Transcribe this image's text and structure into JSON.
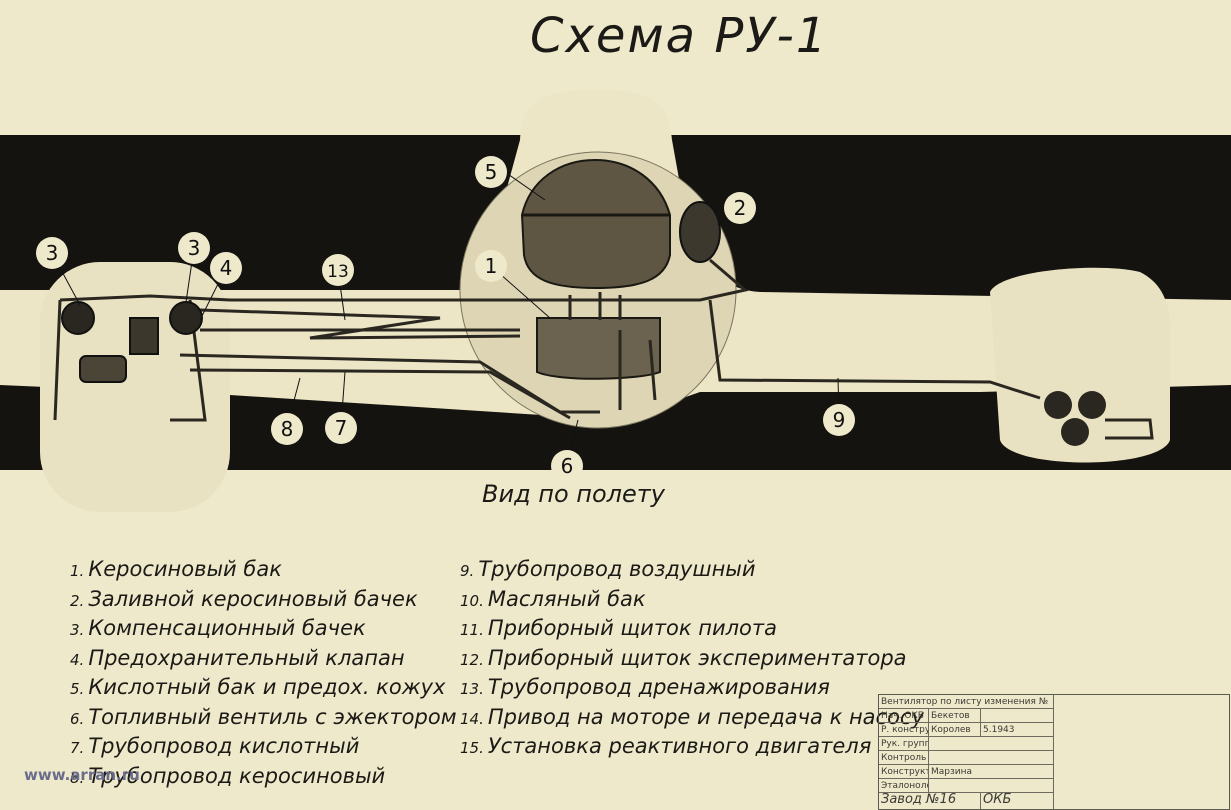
{
  "title": "Схема РУ-1",
  "view_caption": "Вид по полету",
  "callouts": [
    "1",
    "2",
    "3",
    "3",
    "4",
    "5",
    "6",
    "7",
    "8",
    "9",
    "13"
  ],
  "legend_left": [
    {
      "num": "1.",
      "text": "Керосиновый бак"
    },
    {
      "num": "2.",
      "text": "Заливной керосиновый бачек"
    },
    {
      "num": "3.",
      "text": "Компенсационный бачек"
    },
    {
      "num": "4.",
      "text": "Предохранительный клапан"
    },
    {
      "num": "5.",
      "text": "Кислотный бак и предох. кожух"
    },
    {
      "num": "6.",
      "text": "Топливный вентиль с эжектором"
    },
    {
      "num": "7.",
      "text": "Трубопровод кислотный"
    },
    {
      "num": "8.",
      "text": "Трубопровод керосиновый"
    }
  ],
  "legend_right": [
    {
      "num": "9.",
      "text": "Трубопровод воздушный"
    },
    {
      "num": "10.",
      "text": "Масляный бак"
    },
    {
      "num": "11.",
      "text": "Приборный щиток пилота"
    },
    {
      "num": "12.",
      "text": "Приборный щиток экспериментатора"
    },
    {
      "num": "13.",
      "text": "Трубопровод дренажирования"
    },
    {
      "num": "14.",
      "text": "Привод на моторе и передача к насосу"
    },
    {
      "num": "15.",
      "text": "Установка реактивного двигателя"
    }
  ],
  "stamp": {
    "r0": "Вентилятор по листу изменения №",
    "r1a": "Нач. ОКБ",
    "r1b": "Бекетов",
    "r2a": "Р. конструктор",
    "r2b": "Королев",
    "r2c": "5.1943",
    "r3a": "Рук. группы",
    "r4a": "Контроль",
    "r5a": "Конструктор",
    "r5b": "Марзина",
    "r6a": "Эталонолог",
    "r7a": "Завод №16",
    "r7b": "ОКБ"
  },
  "watermark": "www.arran.ru",
  "colors": {
    "paper": "#efe9cc",
    "band": "#15130f",
    "ink": "#111111"
  }
}
